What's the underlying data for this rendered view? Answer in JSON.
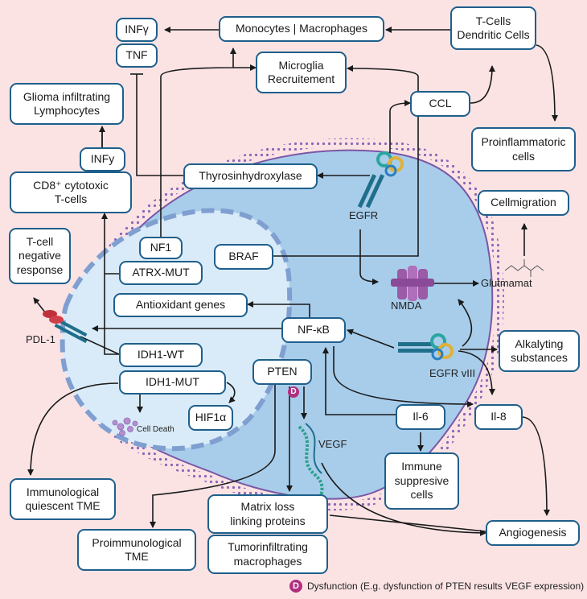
{
  "colors": {
    "background": "#fbe3e4",
    "cell_fill": "#a8cdea",
    "nucleus_fill": "#d9ebf8",
    "membrane": "#7a57a6",
    "box_border": "#1f5f8b",
    "dysfunction": "#b0307f",
    "nmda": "#9b5ba6"
  },
  "boxes": {
    "infg_top": "INFγ",
    "tnf": "TNF",
    "monocytes": "Monocytes | Macrophages",
    "tcells": "T-Cells\nDendritic Cells",
    "microglia": "Microglia\nRecruitement",
    "ccl": "CCL",
    "glioma": "Glioma infiltrating\nLymphocytes",
    "infy": "INFy",
    "cd8": "CD8⁺ cytotoxic\nT-cells",
    "proinflam": "Proinflammatoric\ncells",
    "thyro": "Thyrosinhydroxylase",
    "cellmig": "Cellmigration",
    "tcellneg": "T-cell\nnegative\nresponse",
    "nf1": "NF1",
    "atrx": "ATRX-MUT",
    "braf": "BRAF",
    "antiox": "Antioxidant genes",
    "nfkb": "NF-κB",
    "alkylating": "Alkalyting\nsubstances",
    "idh1wt": "IDH1-WT",
    "idh1mut": "IDH1-MUT",
    "pten": "PTEN",
    "hif1a": "HIF1α",
    "il6": "Il-6",
    "il8": "Il-8",
    "immune": "Immune\nsuppresive\ncells",
    "quiescent": "Immunological\nquiescent TME",
    "matrix": "Matrix loss\nlinking proteins",
    "tumorinf": "Tumorinfiltrating\nmacrophages",
    "angio": "Angiogenesis",
    "proimm": "Proimmunological\nTME"
  },
  "labels": {
    "egfr": "EGFR",
    "nmda": "NMDA",
    "glutmamat": "Glutmamat",
    "pdl1": "PDL-1",
    "egfr_viii": "EGFR vIII",
    "cell_death": "Cell Death",
    "vegf": "VEGF",
    "dys_letter": "D",
    "legend": "Dysfunction (E.g. dysfunction of PTEN results  VEGF expression)"
  }
}
